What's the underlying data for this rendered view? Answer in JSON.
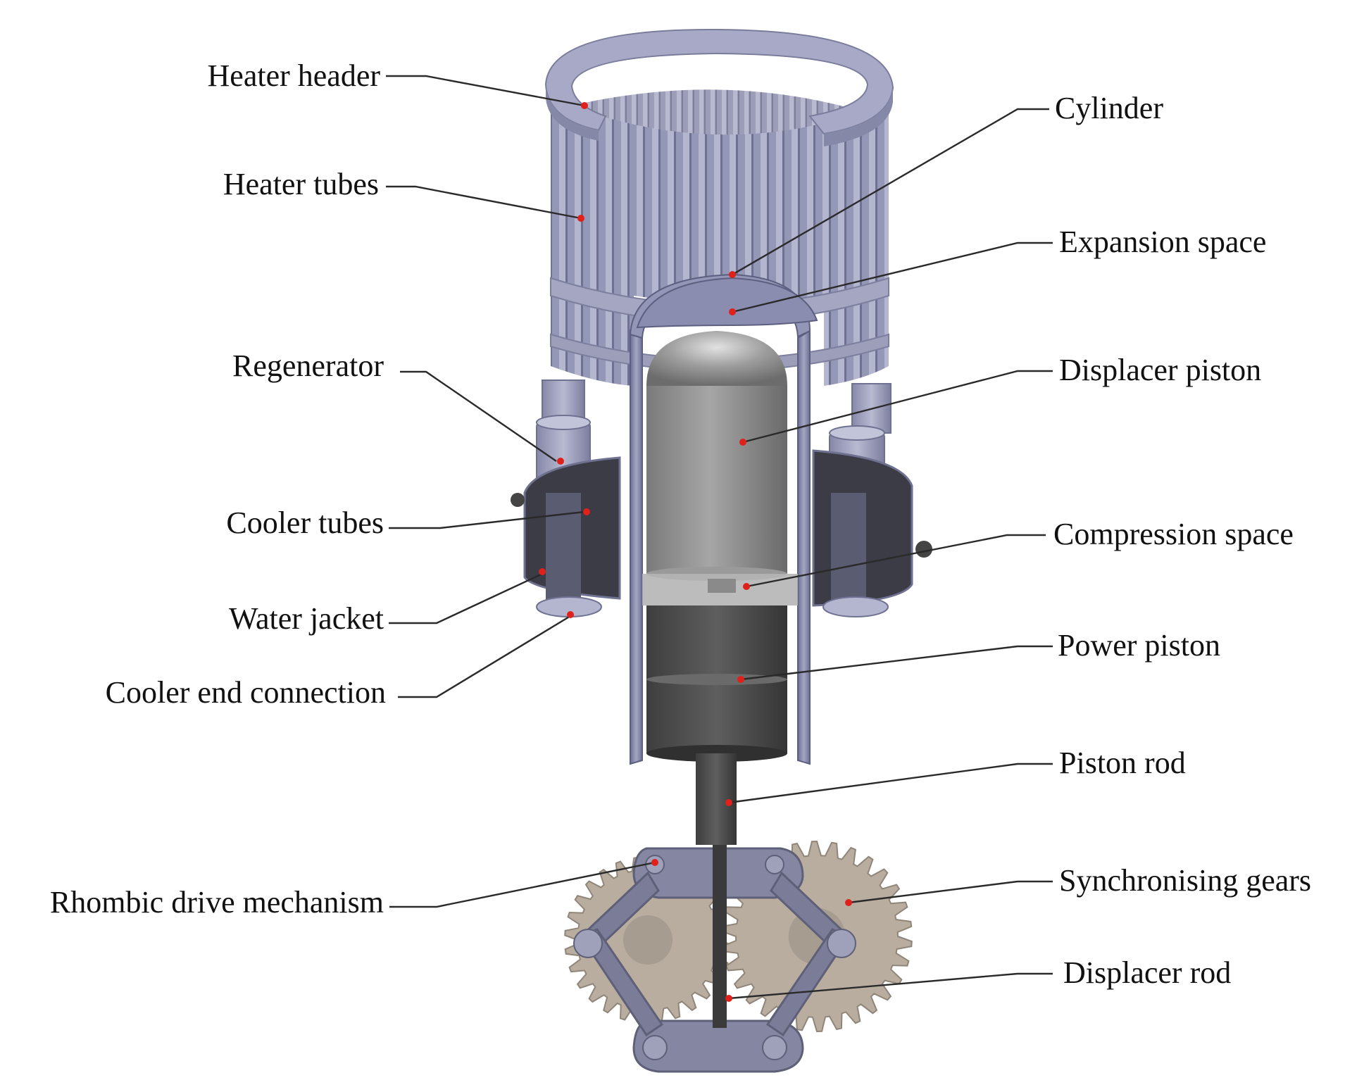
{
  "labels": {
    "heater_header": "Heater header",
    "heater_tubes": "Heater tubes",
    "regenerator": "Regenerator",
    "cooler_tubes": "Cooler tubes",
    "water_jacket": "Water jacket",
    "cooler_end_connection": "Cooler end connection",
    "rhombic_drive_mechanism": "Rhombic drive mechanism",
    "cylinder": "Cylinder",
    "expansion_space": "Expansion space",
    "displacer_piston": "Displacer piston",
    "compression_space": "Compression space",
    "power_piston": "Power piston",
    "piston_rod": "Piston rod",
    "synchronising_gears": "Synchronising gears",
    "displacer_rod": "Displacer rod"
  },
  "colors": {
    "metal_light": "#a9abc6",
    "metal_mid": "#8d8fae",
    "metal_dark": "#6f7190",
    "piston_grey": "#8e8e8e",
    "piston_dark": "#4a4a4a",
    "gear": "#b9ada0",
    "linkage": "#7f8199",
    "marker": "#e0201b",
    "leader": "#2a2a2a"
  }
}
